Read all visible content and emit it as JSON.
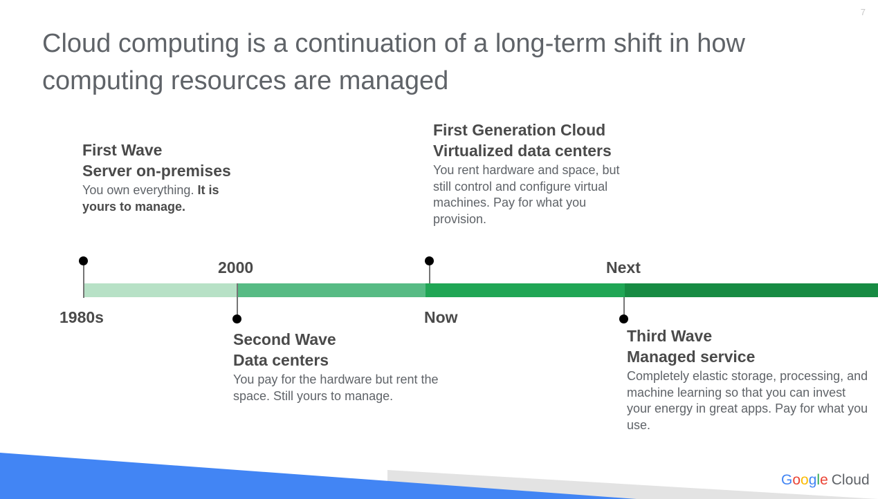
{
  "slide_number": "7",
  "title": "Cloud computing is a continuation of a long-term shift in how computing resources are managed",
  "timeline": {
    "labels": {
      "start": "1980s",
      "y2000": "2000",
      "now": "Now",
      "next": "Next"
    },
    "segment_colors": [
      "#b7e1c6",
      "#57bb84",
      "#20a655",
      "#178b43"
    ]
  },
  "events": {
    "first_wave": {
      "heading1": "First Wave",
      "heading2": "Server on-premises",
      "desc_plain": "You own everything.  ",
      "desc_bold": "It is yours to manage."
    },
    "second_wave": {
      "heading1": "Second Wave",
      "heading2": "Data centers",
      "desc": "You pay for the hardware but rent the space. Still yours to manage."
    },
    "first_gen_cloud": {
      "heading1": "First Generation Cloud",
      "heading2": "Virtualized data centers",
      "desc": "You rent hardware and space, but still control and configure virtual machines. Pay for what you provision."
    },
    "third_wave": {
      "heading1": "Third Wave",
      "heading2": "Managed service",
      "desc": "Completely elastic storage, processing, and machine learning so that you can invest your energy in great apps. Pay for what you use."
    }
  },
  "footer": {
    "logo_letters": [
      "G",
      "o",
      "o",
      "g",
      "l",
      "e"
    ],
    "logo_word2": "Cloud"
  },
  "colors": {
    "accent_blue": "#4285F4",
    "text_gray": "#5f6368"
  }
}
